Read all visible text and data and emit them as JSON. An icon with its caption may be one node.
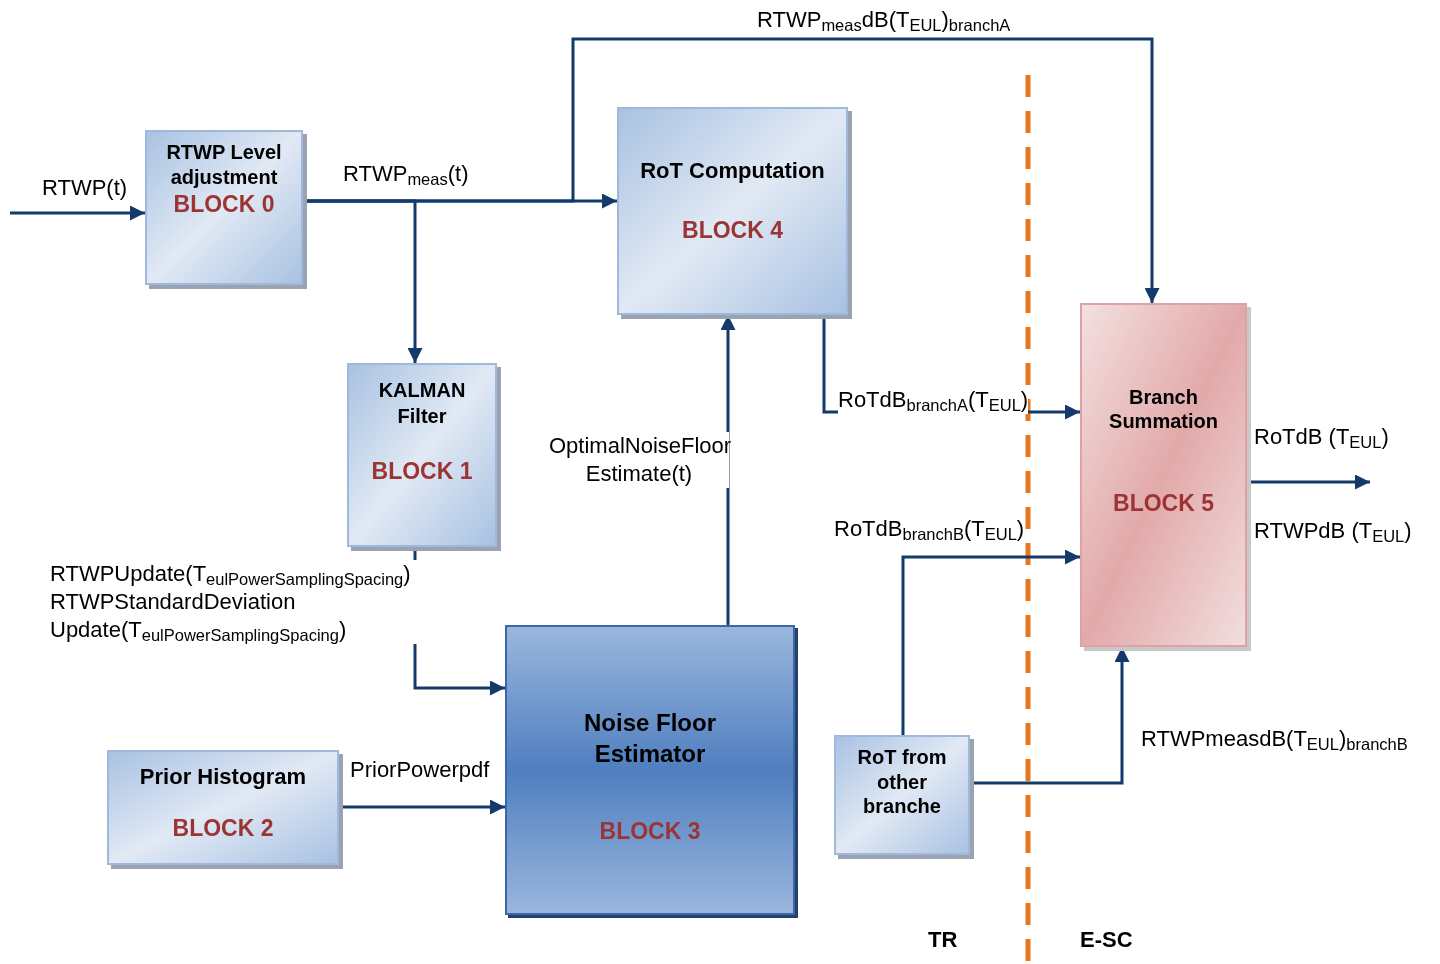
{
  "diagram": {
    "nodes": [
      {
        "text": [
          "RTWP Level adjustment",
          "BLOCK 0"
        ]
      },
      {
        "text": [
          "KALMAN Filter",
          "BLOCK 1"
        ]
      },
      {
        "text": [
          "Prior Histogram",
          "BLOCK 2"
        ]
      },
      {
        "text": [
          "Noise Floor Estimator",
          "BLOCK 3"
        ]
      },
      {
        "text": [
          "RoT Computation",
          "BLOCK 4"
        ]
      },
      {
        "text": [
          "Branch Summation",
          "BLOCK 5"
        ]
      },
      {
        "text": [
          "RoT from other branche"
        ]
      }
    ],
    "edges": [
      {
        "from": null,
        "to": 0,
        "arrow": "to",
        "label": "RTWP(t)"
      },
      {
        "from": 0,
        "to": 4,
        "arrow": "to",
        "label": "RTWP$_{meas}$(t)"
      },
      {
        "from": 0,
        "to": 1,
        "arrow": "to"
      },
      {
        "from": 0,
        "to": 5,
        "arrow": "to",
        "label": "RTWP$_{meas}$dB(T$_{EUL}$)$_{branchA}$"
      },
      {
        "from": 1,
        "to": 3,
        "arrow": "to",
        "label": "RTWPUpdate(T$_{eulPowerSamplingSpacing}$) RTWPStandardDeviation Update(T$_{eulPowerSamplingSpacing}$)"
      },
      {
        "from": 2,
        "to": 3,
        "arrow": "to",
        "label": "PriorPowerpdf"
      },
      {
        "from": 3,
        "to": 4,
        "arrow": "to",
        "label": "OptimalNoiseFloor Estimate(t)"
      },
      {
        "from": 4,
        "to": 5,
        "arrow": "to",
        "label": "RoTdB$_{branchA}$(T$_{EUL}$)"
      },
      {
        "from": 6,
        "to": 5,
        "arrow": "to",
        "label": "RoTdB$_{branchB}$(T$_{EUL}$)"
      },
      {
        "from": 6,
        "to": 5,
        "arrow": "to",
        "label": "RTWPmeasdB(T$_{EUL}$)$_{branchB}$"
      },
      {
        "from": 5,
        "to": null,
        "arrow": "to"
      }
    ],
    "labels": [
      "RoTdB (T$_{EUL}$)",
      "RTWPdB (T$_{EUL}$)",
      "TR",
      "E-SC"
    ]
  }
}
